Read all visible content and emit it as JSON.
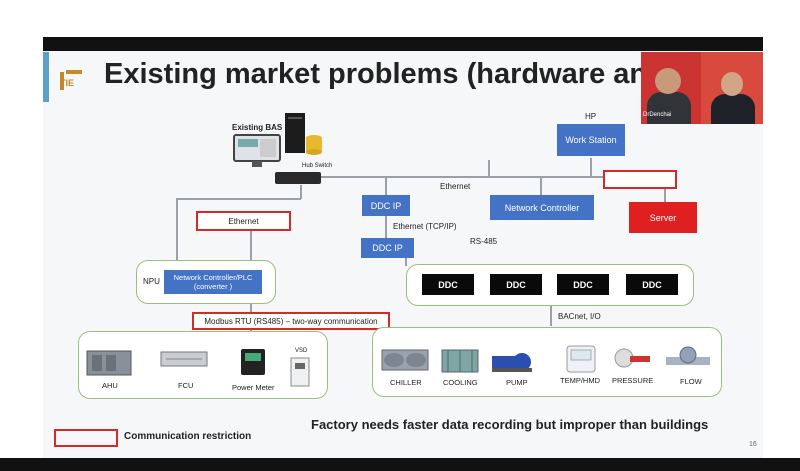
{
  "slide": {
    "title": "Existing market problems (hardware analys",
    "logo_text": "TIE",
    "page_number": "16",
    "footer_note": "Factory needs faster data recording but improper than buildings",
    "legend_label": "Communication restriction"
  },
  "video": {
    "caption": "DrDenchai"
  },
  "diagram": {
    "existing_bas": "Existing BAS",
    "hub_switch": "Hub Switch",
    "hp_label": "HP",
    "work_station": "Work Station",
    "ethernet_top": "Ethernet",
    "ddc_ip_top": "DDC IP",
    "network_controller": "Network Controller",
    "server": "Server",
    "ethernet_box": "Ethernet",
    "ethernet_tcpip": "Ethernet (TCP/IP)",
    "ddc_ip_mid": "DDC IP",
    "rs485": "RS-485",
    "npu": "NPU",
    "nc_plc": "Network Controller/PLC\n(converter )",
    "ddc_items": [
      "DDC",
      "DDC",
      "DDC",
      "DDC"
    ],
    "modbus": "Modbus RTU (RS485) – two-way communication",
    "bacnet": "BACnet, I/O",
    "left_devices": [
      "AHU",
      "FCU",
      "Power Meter",
      "VSD"
    ],
    "right_devices": [
      "CHILLER",
      "COOLING",
      "PUMP",
      "TEMP/HMD",
      "PRESSURE",
      "FLOW"
    ]
  }
}
